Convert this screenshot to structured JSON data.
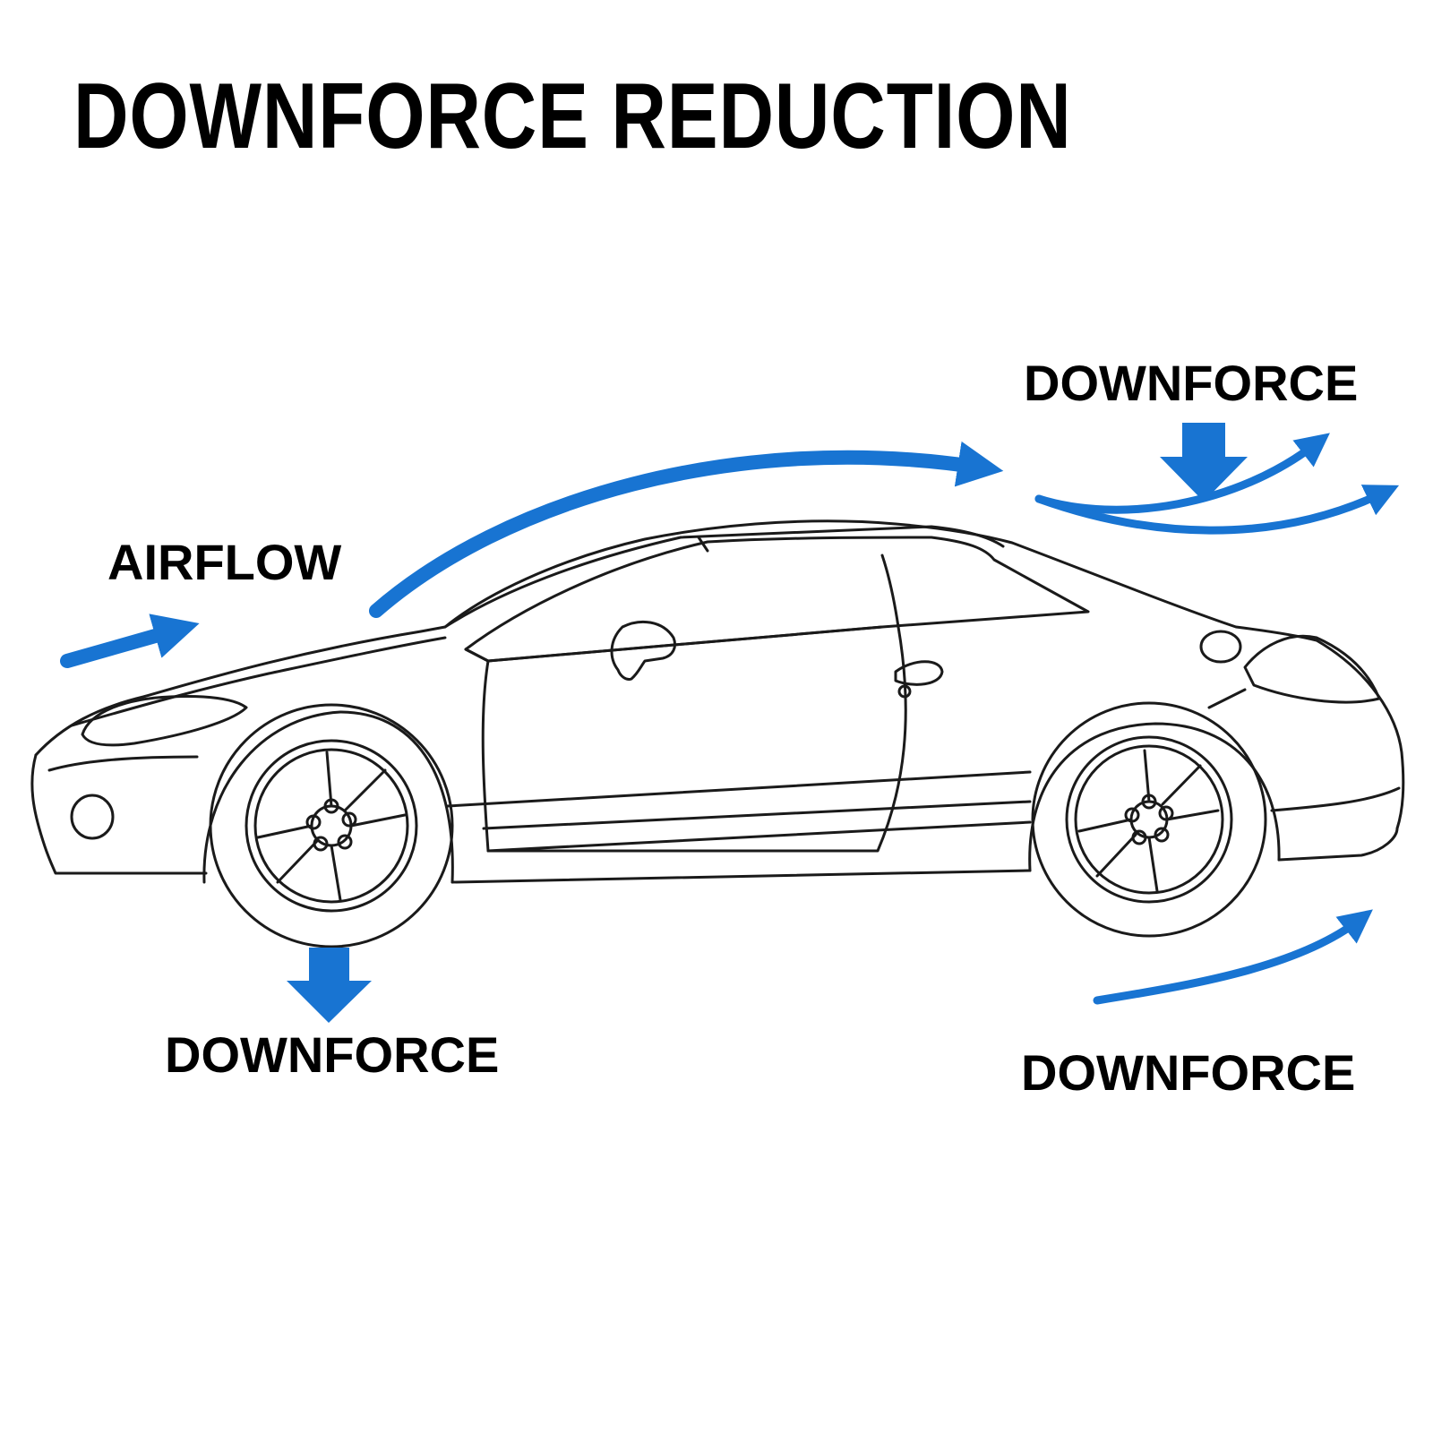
{
  "title": "DOWNFORCE REDUCTION",
  "labels": {
    "airflow": "AIRFLOW",
    "downforce_top": "DOWNFORCE",
    "downforce_bottom_left": "DOWNFORCE",
    "downforce_bottom_right": "DOWNFORCE"
  },
  "colors": {
    "arrow": "#1874d2",
    "outline": "#1a1a1a",
    "text": "#000000",
    "background": "#ffffff"
  }
}
